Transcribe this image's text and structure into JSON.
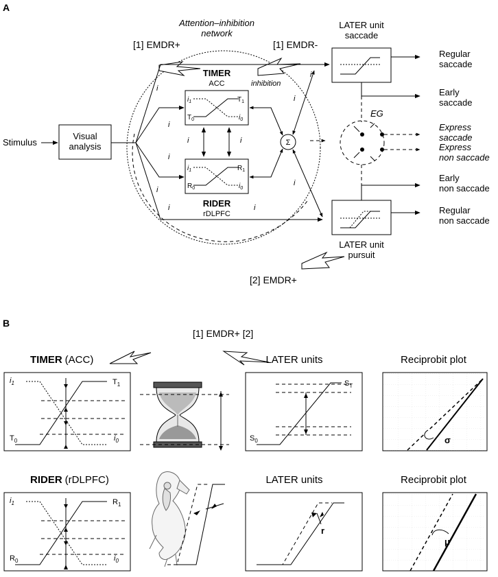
{
  "panel_a": {
    "panel_label": "A",
    "network_title_1": "Attention–inhibition",
    "network_title_2": "network",
    "emdr_1": "[1] EMDR+",
    "emdr_2": "[1] EMDR-",
    "emdr_3": "[2] EMDR+",
    "inhibition": "inhibition",
    "stimulus": "Stimulus",
    "visual_1": "Visual",
    "visual_2": "analysis",
    "timer_title": "TIMER",
    "timer_sub": "ACC",
    "rider_title": "RIDER",
    "rider_sub": "rDLPFC",
    "sigma": "Σ",
    "i_label": "i",
    "later_saccade_1": "LATER unit",
    "later_saccade_2": "saccade",
    "later_pursuit_1": "LATER unit",
    "later_pursuit_2": "pursuit",
    "eg": "EG",
    "out_regular_saccade_1": "Regular",
    "out_regular_saccade_2": "saccade",
    "out_early_saccade_1": "Early",
    "out_early_saccade_2": "saccade",
    "out_express_saccade_1": "Express",
    "out_express_saccade_2": "saccade",
    "out_express_non_1": "Express",
    "out_express_non_2": "non saccade",
    "out_early_non_1": "Early",
    "out_early_non_2": "non saccade",
    "out_regular_non_1": "Regular",
    "out_regular_non_2": "non saccade",
    "timer_box": {
      "i1": "i",
      "i1_sub": "1",
      "t1": "T",
      "t1_sub": "1",
      "t0": "T",
      "t0_sub": "0",
      "i0": "i",
      "i0_sub": "0"
    },
    "rider_box": {
      "i1": "i",
      "i1_sub": "1",
      "r1": "R",
      "r1_sub": "1",
      "r0": "R",
      "r0_sub": "0",
      "i0": "i",
      "i0_sub": "0"
    }
  },
  "panel_b": {
    "panel_label": "B",
    "emdr": "[1] EMDR+ [2]",
    "timer_title": "TIMER",
    "timer_sub": "(ACC)",
    "rider_title": "RIDER",
    "rider_sub": "(rDLPFC)",
    "later_1": "LATER units",
    "later_2": "LATER units",
    "recip_1": "Reciprobit plot",
    "recip_2": "Reciprobit plot",
    "timer_plot": {
      "i1": "i",
      "i1_sub": "1",
      "t1": "T",
      "t1_sub": "1",
      "t0": "T",
      "t0_sub": "0",
      "i0": "i",
      "i0_sub": "0"
    },
    "rider_plot": {
      "i1": "i",
      "i1_sub": "1",
      "r1": "R",
      "r1_sub": "1",
      "r0": "R",
      "r0_sub": "0",
      "i0": "i",
      "i0_sub": "0"
    },
    "later_plot": {
      "st": "S",
      "st_sub": "T",
      "s0": "S",
      "s0_sub": "0"
    },
    "sigma_label": "σ",
    "mu_label": "μ",
    "r_label": "r",
    "hourglass_icon": "hourglass-icon",
    "horse_rider_icon": "horse-rider-icon"
  }
}
